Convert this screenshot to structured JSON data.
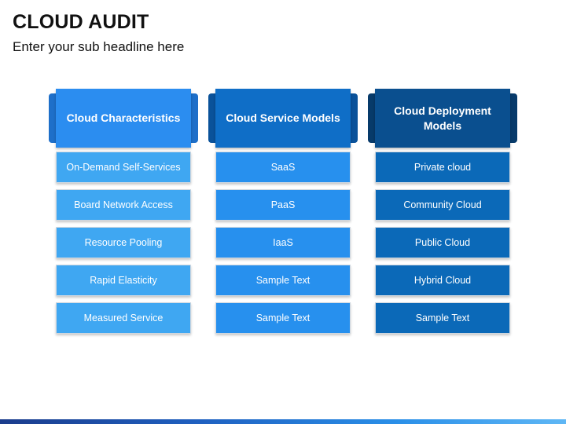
{
  "title": "CLOUD AUDIT",
  "subtitle": "Enter your sub headline here",
  "columns": [
    {
      "header": "Cloud Characteristics",
      "items": [
        "On-Demand Self-Services",
        "Board Network Access",
        "Resource Pooling",
        "Rapid Elasticity",
        "Measured Service"
      ]
    },
    {
      "header": "Cloud Service Models",
      "items": [
        "SaaS",
        "PaaS",
        "IaaS",
        "Sample Text",
        "Sample Text"
      ]
    },
    {
      "header": "Cloud Deployment Models",
      "items": [
        "Private cloud",
        "Community Cloud",
        "Public Cloud",
        "Hybrid Cloud",
        "Sample Text"
      ]
    }
  ],
  "colors": {
    "column_1": "#2b8df0",
    "column_2": "#0f6ec7",
    "column_3": "#0a4f8f"
  }
}
